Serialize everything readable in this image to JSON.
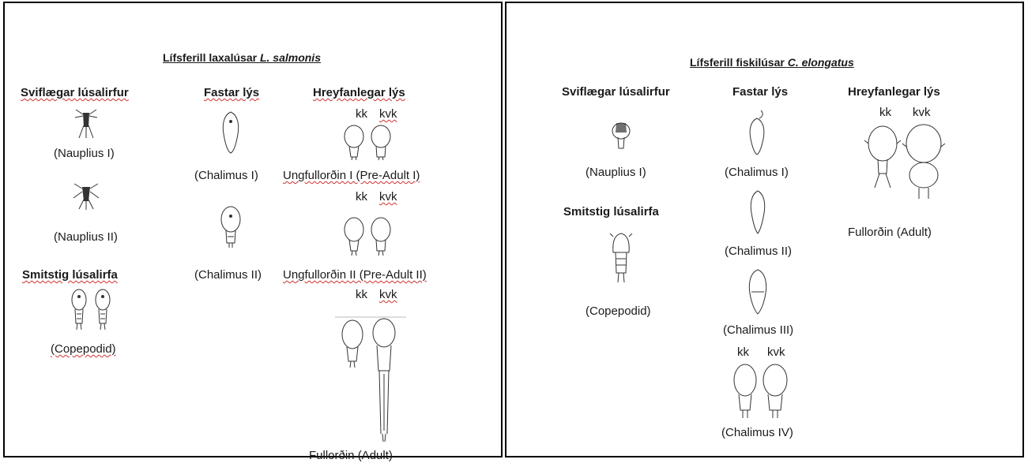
{
  "left": {
    "title_prefix": "Lífsferill laxalúsar ",
    "title_species": "L. salmonis",
    "col_planktonic": "Sviflægar lúsalirfur",
    "col_attached": "Fastar lýs",
    "col_mobile": "Hreyfanlegar lýs",
    "nauplius1": "(Nauplius I)",
    "nauplius2": "(Nauplius II)",
    "infective": "Smitstig lúsalirfa",
    "copepodid": "(Copepodid)",
    "chalimus1": "(Chalimus I)",
    "chalimus2": "(Chalimus II)",
    "male": "kk",
    "female": "kvk",
    "preadult1": "Ungfullorðin I (Pre-Adult I)",
    "preadult2": "Ungfullorðin II (Pre-Adult II)",
    "adult": "Fullorðin (Adult)"
  },
  "right": {
    "title_prefix": "Lífsferill fiskilúsar ",
    "title_species": "C. elongatus",
    "col_planktonic": "Sviflægar lúsalirfur",
    "col_attached": "Fastar lýs",
    "col_mobile": "Hreyfanlegar lýs",
    "nauplius1": "(Nauplius I)",
    "infective": "Smitstig lúsalirfa",
    "copepodid": "(Copepodid)",
    "chalimus1": "(Chalimus I)",
    "chalimus2": "(Chalimus II)",
    "chalimus3": "(Chalimus III)",
    "chalimus4": "(Chalimus IV)",
    "male": "kk",
    "female": "kvk",
    "adult": "Fullorðin (Adult)"
  }
}
